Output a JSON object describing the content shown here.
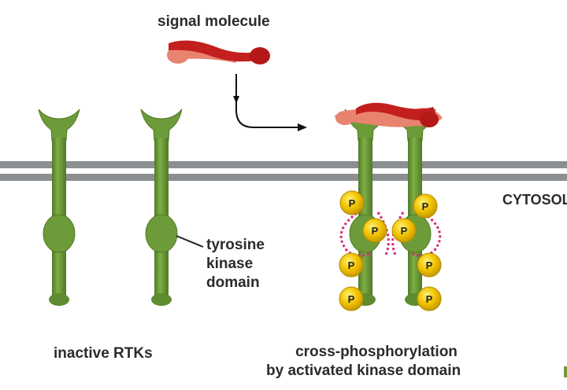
{
  "labels": {
    "signal_molecule": "signal molecule",
    "cytosol": "CYTOSOL",
    "tyrosine_kinase_domain": [
      "tyrosine",
      "kinase",
      "domain"
    ],
    "inactive_rtks": "inactive RTKs",
    "cross_phosphorylation": [
      "cross-phosphorylation",
      "by activated kinase domain"
    ]
  },
  "phosphate_label": "P",
  "colors": {
    "receptor": "#6e9b3a",
    "receptor_dark": "#4f7a26",
    "membrane": "#8c8f92",
    "signal": "#c41f1f",
    "signal_light": "#e8836f",
    "phosphate": "#f2c400",
    "activation_dash": "#d6287b"
  }
}
